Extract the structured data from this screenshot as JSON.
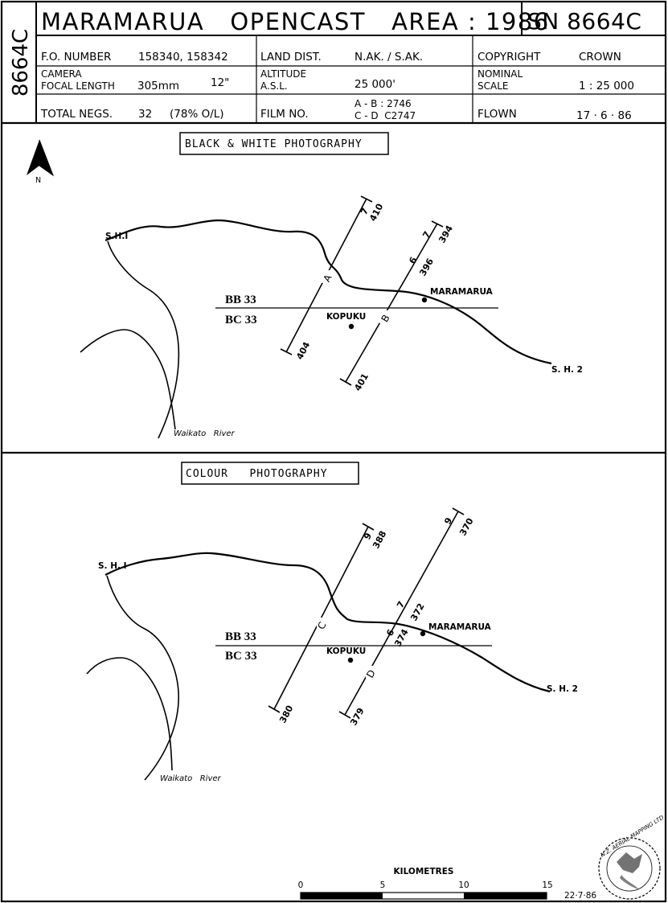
{
  "header": {
    "side_code": "8664C",
    "title": "MARAMARUA   OPENCAST   AREA : 1986",
    "sn": "SN 8664C",
    "fo_number_label": "F.O. NUMBER",
    "fo_number_value": "158340, 158342",
    "land_dist_label": "LAND DIST.",
    "land_dist_value": "N.AK. / S.AK.",
    "copyright_label": "COPYRIGHT",
    "copyright_value": "CROWN",
    "camera_label": "CAMERA",
    "focal_length_label": "FOCAL LENGTH",
    "focal_length_value": "305mm",
    "focal_length_inches": "12\"",
    "altitude_label": "ALTITUDE",
    "asl_label": "A.S.L.",
    "altitude_value": "25 000'",
    "nominal_label": "NOMINAL",
    "scale_label": "SCALE",
    "scale_value": "1 : 25 000",
    "total_negs_label": "TOTAL NEGS.",
    "total_negs_value": "32",
    "overlap_value": "(78% O/L)",
    "film_no_label": "FILM NO.",
    "film_ab": "A - B : 2746",
    "film_cd": "C - D  C2747",
    "flown_label": "FLOWN",
    "flown_value": "17 · 6 · 86"
  },
  "north_label": "N",
  "panels": {
    "bw": {
      "title": "BLACK & WHITE PHOTOGRAPHY",
      "sh1": "S.H.I",
      "sh2": "S. H. 2",
      "river": "Waikato   River",
      "maramarua": "MARAMARUA",
      "kopuku": "KOPUKU",
      "bb": "BB 33",
      "bc": "BC 33",
      "run_a": {
        "letter": "A",
        "top_run": "7",
        "top_frame": "410",
        "bottom_frame": "404"
      },
      "run_b": {
        "letter": "B",
        "top_run": "7",
        "top_frame": "394",
        "mid_run": "6",
        "mid_frame": "396",
        "bottom_frame": "401"
      }
    },
    "colour": {
      "title": "COLOUR   PHOTOGRAPHY",
      "sh1": "S. H. I",
      "sh2": "S. H. 2",
      "river": "Waikato   River",
      "maramarua": "MARAMARUA",
      "kopuku": "KOPUKU",
      "bb": "BB 33",
      "bc": "BC 33",
      "run_c": {
        "letter": "C",
        "top_run": "9",
        "top_frame": "388",
        "bottom_frame": "380"
      },
      "run_d": {
        "letter": "D",
        "top_run": "9",
        "top_frame": "370",
        "mid_run_1": "7",
        "mid_frame_1": "372",
        "mid_run_2": "6",
        "mid_frame_2": "374",
        "bottom_frame": "379"
      }
    }
  },
  "scale_bar": {
    "title": "KILOMETRES",
    "ticks": [
      "0",
      "5",
      "10",
      "15"
    ]
  },
  "footer_date": "22·7·86",
  "stamp_text": "N.Z. AERIAL MAPPING LTD"
}
